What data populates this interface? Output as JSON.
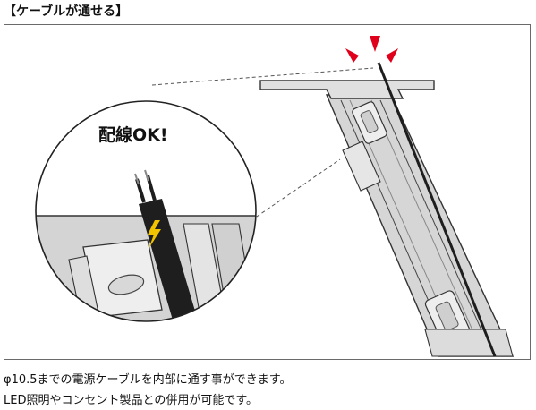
{
  "heading": "【ケーブルが通せる】",
  "callout_label": "配線OK!",
  "captions": [
    "φ10.5までの電源ケーブルを内部に通す事ができます。",
    "LED照明やコンセント製品との併用が可能です。"
  ],
  "colors": {
    "frame_border": "#6a6a6a",
    "shelf_fill": "#d4d4d4",
    "shelf_stroke": "#333333",
    "cable": "#1e1e1e",
    "lightning": "#f2c400",
    "alert": "#e0001b"
  }
}
